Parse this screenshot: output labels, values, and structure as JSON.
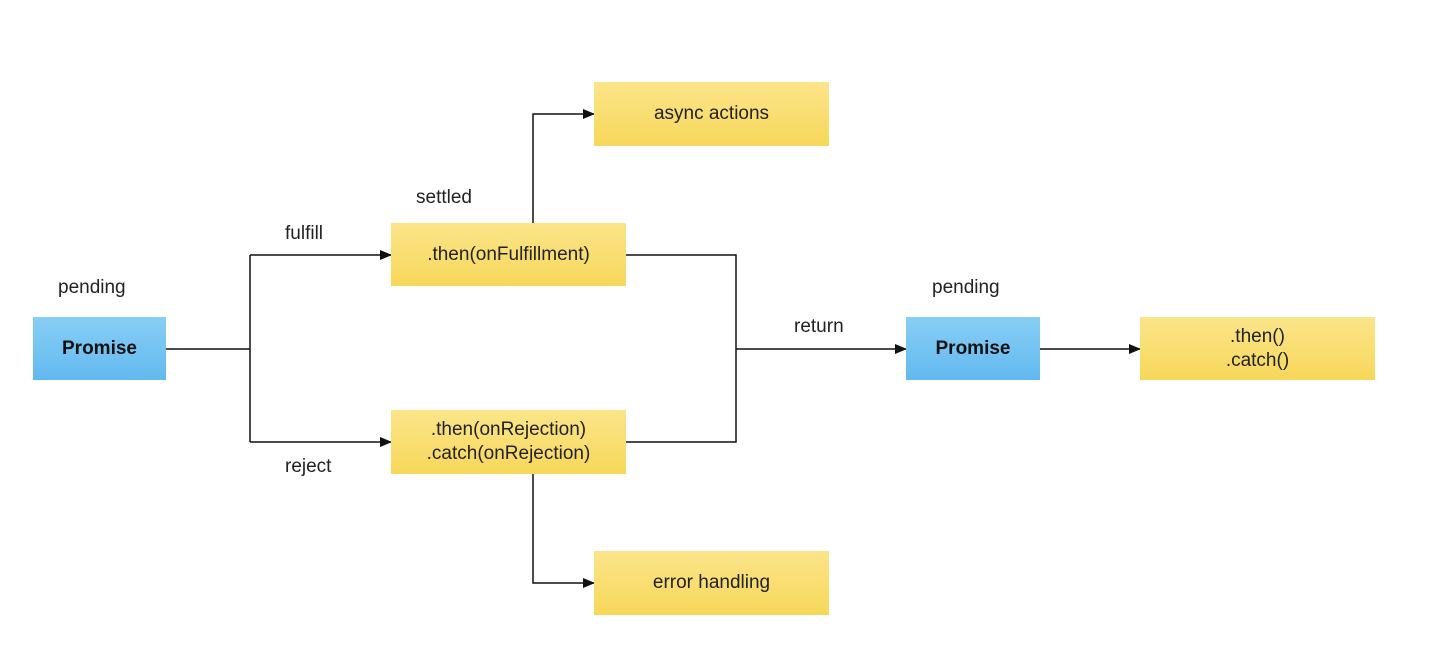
{
  "colors": {
    "promise_box": "#6cbff2",
    "action_box": "#f9dd6d",
    "connector": "#111111"
  },
  "nodes": {
    "promise_left": "Promise",
    "then_fulfillment": ".then(onFulfillment)",
    "then_rejection_line1": ".then(onRejection)",
    "then_rejection_line2": ".catch(onRejection)",
    "async_actions": "async actions",
    "error_handling": "error handling",
    "promise_right": "Promise",
    "then_catch_line1": ".then()",
    "then_catch_line2": ".catch()"
  },
  "labels": {
    "pending_left": "pending",
    "fulfill": "fulfill",
    "reject": "reject",
    "settled": "settled",
    "return": "return",
    "pending_right": "pending"
  }
}
